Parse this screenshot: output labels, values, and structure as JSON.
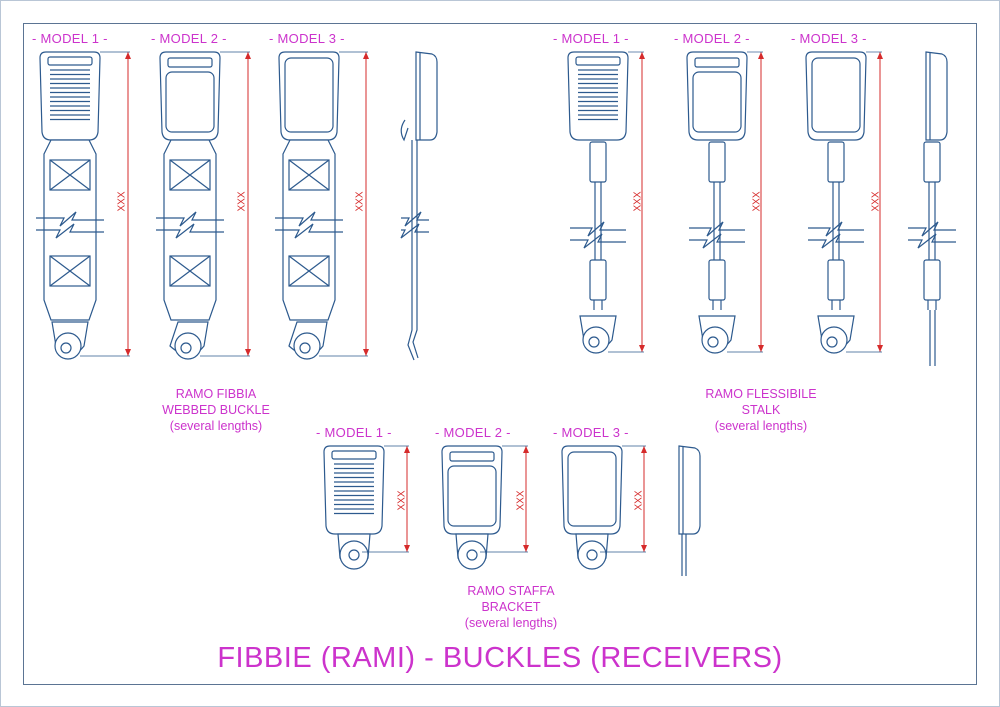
{
  "sections": {
    "webbed": {
      "models": [
        "- MODEL 1 -",
        "- MODEL 2 -",
        "- MODEL 3 -"
      ],
      "caption": [
        "RAMO FIBBIA",
        "WEBBED BUCKLE",
        "(several lengths)"
      ]
    },
    "stalk": {
      "models": [
        "- MODEL 1 -",
        "- MODEL 2 -",
        "- MODEL 3 -"
      ],
      "caption": [
        "RAMO FLESSIBILE",
        "STALK",
        "(several lengths)"
      ]
    },
    "bracket": {
      "models": [
        "- MODEL 1 -",
        "- MODEL 2 -",
        "- MODEL 3 -"
      ],
      "caption": [
        "RAMO STAFFA",
        "BRACKET",
        "(several lengths)"
      ]
    }
  },
  "dimension_label": "XXX",
  "title": "FIBBIE (RAMI)  -  BUCKLES (RECEIVERS)",
  "colors": {
    "label": "#cc33cc",
    "outline": "#2d5a8e",
    "dimension": "#d62b2b",
    "frame": "#5b7493"
  }
}
